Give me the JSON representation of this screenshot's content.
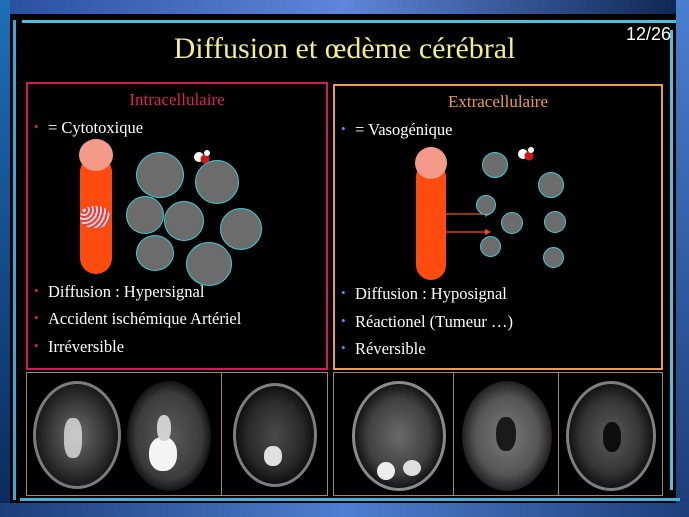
{
  "slide": {
    "title": "Diffusion et œdème cérébral",
    "page_number": "12/26"
  },
  "left_panel": {
    "heading": "Intracellulaire",
    "bullets": [
      "= Cytotoxique",
      "Diffusion : Hypersignal",
      "Accident ischémique Artériel",
      "Irréversible"
    ],
    "bullet_symbol": "•"
  },
  "right_panel": {
    "heading": "Extracellulaire",
    "bullets": [
      "= Vasogénique",
      "Diffusion : Hyposignal",
      "Réactionel (Tumeur …)",
      "Réversible"
    ],
    "bullet_symbol": "•"
  },
  "colors": {
    "title": "#f2ee8a",
    "left_border": "#d8185a",
    "right_border": "#e8a050",
    "tube": "#ff4a10",
    "cell_fill": "#6c6c6c",
    "cell_border": "#35d0d8"
  }
}
